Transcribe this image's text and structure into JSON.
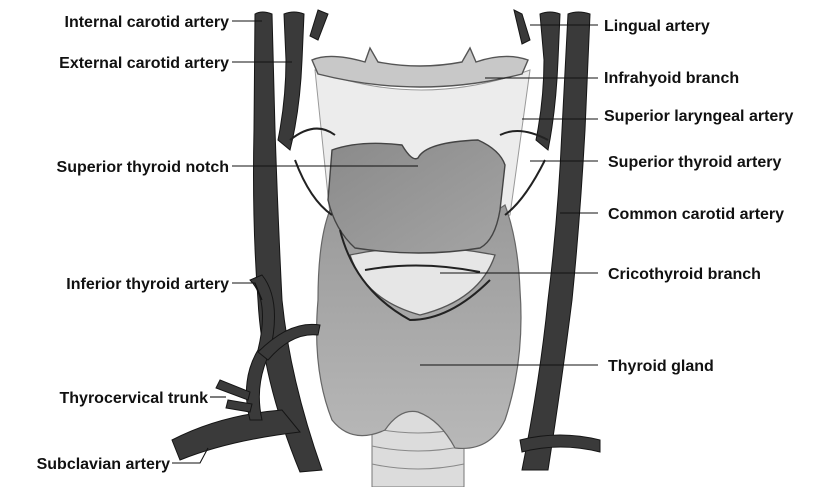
{
  "colors": {
    "artery": "#3a3a3a",
    "artery_edge": "#1a1a1a",
    "thyroid": "#a9a9a9",
    "cartilage": "#8f8f8f",
    "membrane": "#e4e4e4",
    "trachea": "#dcdcdc",
    "label": "#111111"
  },
  "labels": {
    "left": {
      "internal_carotid": "Internal carotid artery",
      "external_carotid": "External carotid artery",
      "superior_thyroid_notch": "Superior thyroid notch",
      "inferior_thyroid": "Inferior thyroid artery",
      "thyrocervical_trunk": "Thyrocervical trunk",
      "subclavian": "Subclavian artery"
    },
    "right": {
      "lingual": "Lingual artery",
      "infrahyoid_branch": "Infrahyoid branch",
      "superior_laryngeal": "Superior laryngeal artery",
      "superior_thyroid": "Superior thyroid artery",
      "common_carotid": "Common carotid artery",
      "cricothyroid_branch": "Cricothyroid branch",
      "thyroid_gland": "Thyroid gland"
    }
  }
}
